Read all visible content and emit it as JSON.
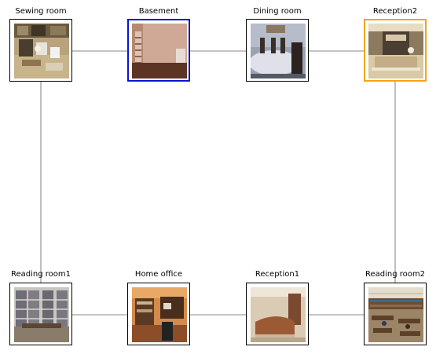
{
  "colors": {
    "edge": "#8a8a8a",
    "frame": "#000000",
    "selected_primary": "#0a14d6",
    "selected_secondary": "#f4a412"
  },
  "nodes": [
    {
      "id": "sewing_room",
      "label": "Sewing room",
      "image": "sewing-room-photo"
    },
    {
      "id": "basement",
      "label": "Basement",
      "image": "basement-photo"
    },
    {
      "id": "dining_room",
      "label": "Dining room",
      "image": "dining-room-photo"
    },
    {
      "id": "reception2",
      "label": "Reception2",
      "image": "reception2-photo"
    },
    {
      "id": "reading_room1",
      "label": "Reading room1",
      "image": "reading-room1-photo"
    },
    {
      "id": "home_office",
      "label": "Home office",
      "image": "home-office-photo"
    },
    {
      "id": "reception1",
      "label": "Reception1",
      "image": "reception1-photo"
    },
    {
      "id": "reading_room2",
      "label": "Reading room2",
      "image": "reading-room2-photo"
    }
  ],
  "edges": [
    [
      "sewing_room",
      "basement"
    ],
    [
      "basement",
      "dining_room"
    ],
    [
      "dining_room",
      "reception2"
    ],
    [
      "sewing_room",
      "reading_room1"
    ],
    [
      "reception2",
      "reading_room2"
    ],
    [
      "reading_room1",
      "home_office"
    ],
    [
      "home_office",
      "reception1"
    ],
    [
      "reception1",
      "reading_room2"
    ]
  ]
}
